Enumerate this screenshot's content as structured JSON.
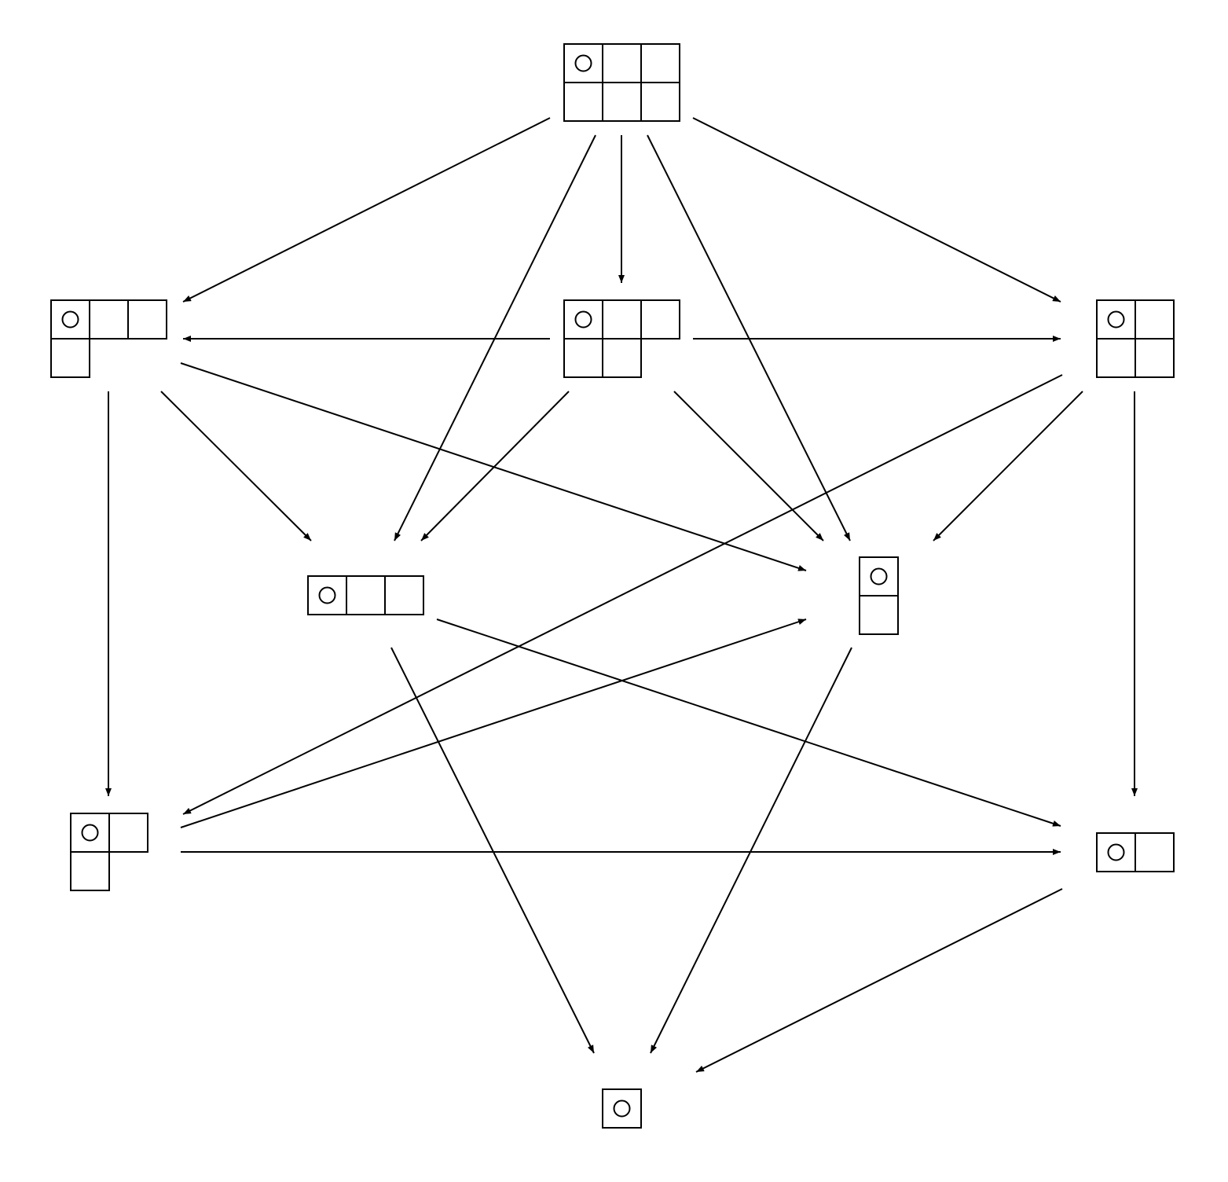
{
  "diagram": {
    "type": "directed-graph",
    "node_kind": "young-diagram",
    "nodes": [
      {
        "id": "s321",
        "rows": [
          3,
          3
        ]
      },
      {
        "id": "s31",
        "rows": [
          3,
          1
        ]
      },
      {
        "id": "s32",
        "rows": [
          3,
          2
        ]
      },
      {
        "id": "s22",
        "rows": [
          2,
          2
        ]
      },
      {
        "id": "s3",
        "rows": [
          3
        ]
      },
      {
        "id": "s11",
        "rows": [
          1,
          1
        ]
      },
      {
        "id": "s21",
        "rows": [
          2,
          1
        ]
      },
      {
        "id": "s2",
        "rows": [
          2
        ]
      },
      {
        "id": "s1",
        "rows": [
          1
        ]
      }
    ],
    "edges": [
      {
        "from": "s321",
        "to": "s31"
      },
      {
        "from": "s321",
        "to": "s32"
      },
      {
        "from": "s321",
        "to": "s22"
      },
      {
        "from": "s321",
        "to": "s3"
      },
      {
        "from": "s321",
        "to": "s11"
      },
      {
        "from": "s32",
        "to": "s31"
      },
      {
        "from": "s32",
        "to": "s22"
      },
      {
        "from": "s32",
        "to": "s3"
      },
      {
        "from": "s32",
        "to": "s11"
      },
      {
        "from": "s31",
        "to": "s3"
      },
      {
        "from": "s31",
        "to": "s11"
      },
      {
        "from": "s31",
        "to": "s21"
      },
      {
        "from": "s22",
        "to": "s11"
      },
      {
        "from": "s22",
        "to": "s21"
      },
      {
        "from": "s22",
        "to": "s2"
      },
      {
        "from": "s3",
        "to": "s2"
      },
      {
        "from": "s3",
        "to": "s1"
      },
      {
        "from": "s11",
        "to": "s1"
      },
      {
        "from": "s21",
        "to": "s11"
      },
      {
        "from": "s21",
        "to": "s2"
      },
      {
        "from": "s2",
        "to": "s1"
      }
    ]
  }
}
